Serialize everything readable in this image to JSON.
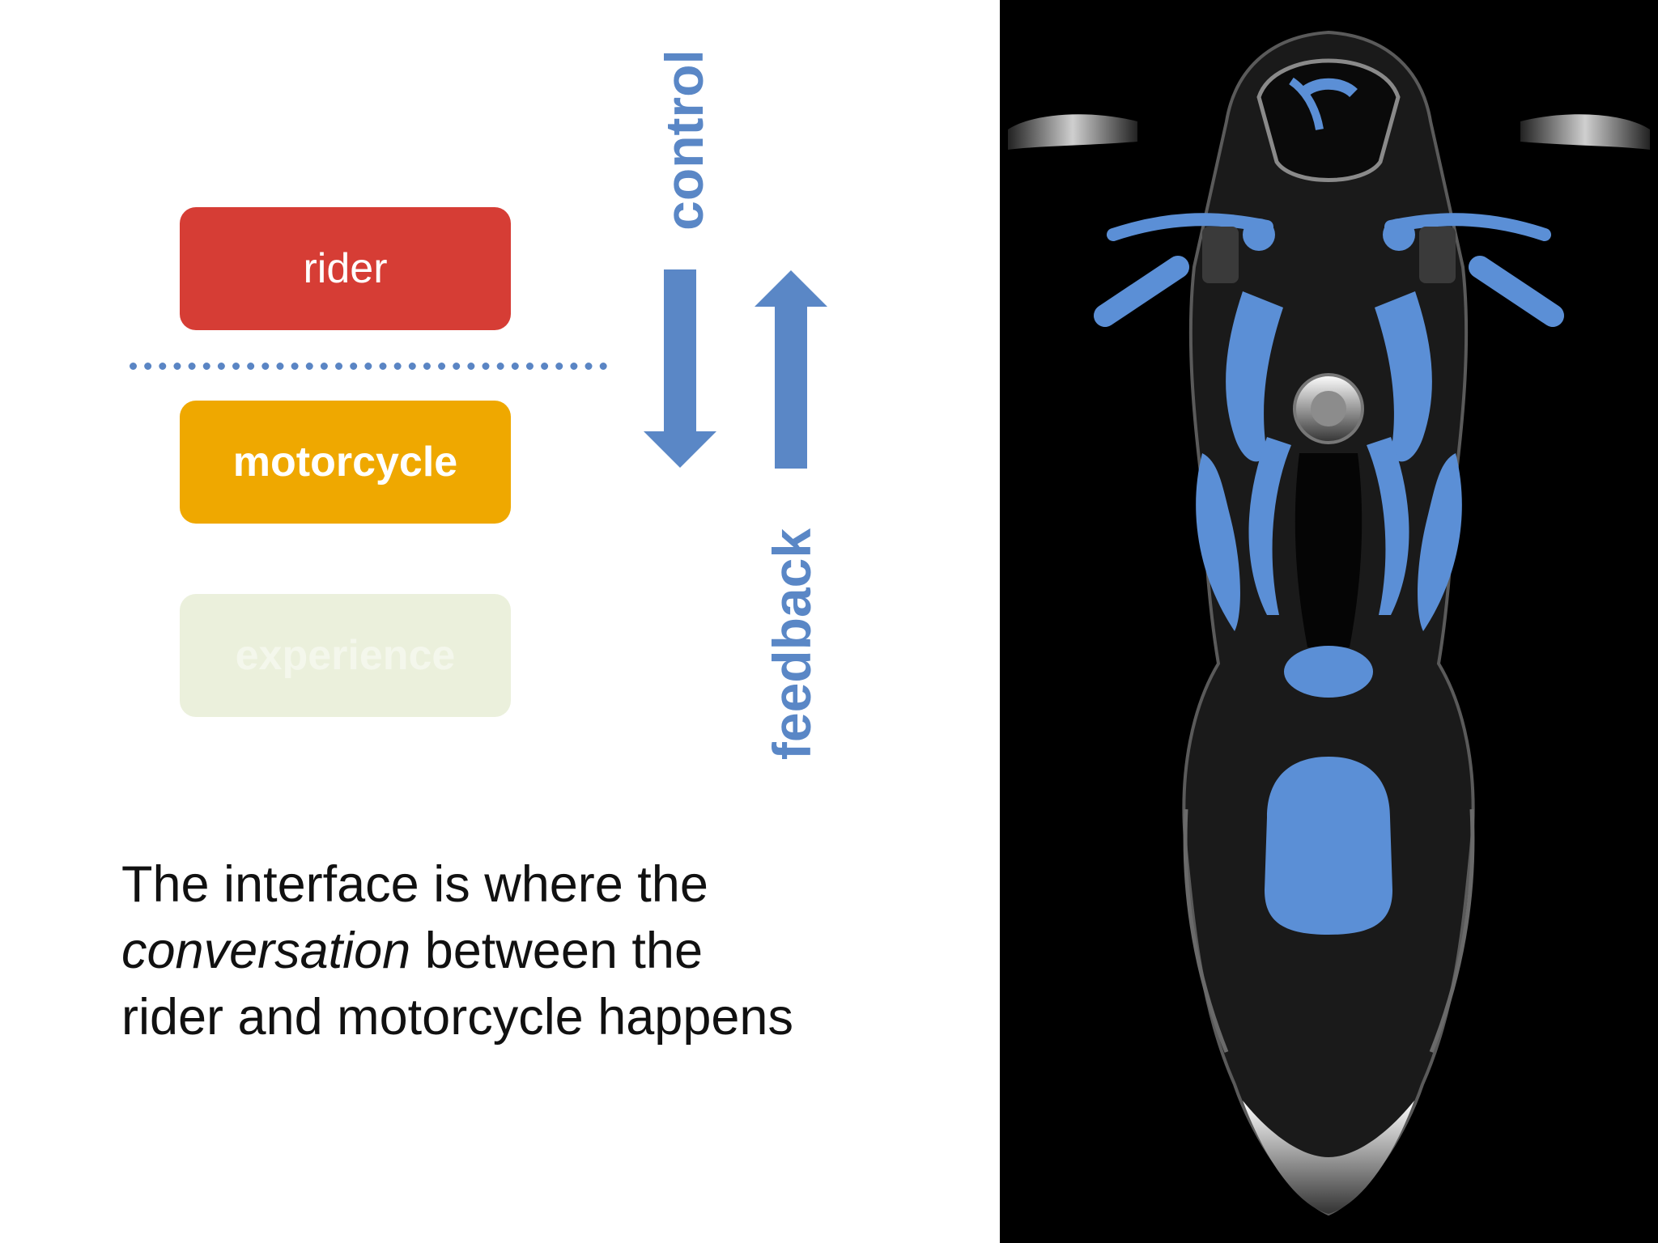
{
  "diagram": {
    "layers": [
      {
        "label": "rider",
        "color": "#d63d35"
      },
      {
        "label": "motorcycle",
        "color": "#efa800"
      },
      {
        "label": "experience",
        "color": "#ebf0dc"
      }
    ],
    "arrows": {
      "down_label": "control",
      "up_label": "feedback",
      "color": "#5a87c6"
    },
    "divider_color": "#5a85c4"
  },
  "caption": {
    "line1": "The interface is where the",
    "line2_italic": "conversation",
    "line2_rest": " between the",
    "line3": "rider and motorcycle happens"
  },
  "image": {
    "subject": "motorcycle-top-view",
    "highlight_color": "#5b8fd6",
    "background_color": "#000000"
  }
}
